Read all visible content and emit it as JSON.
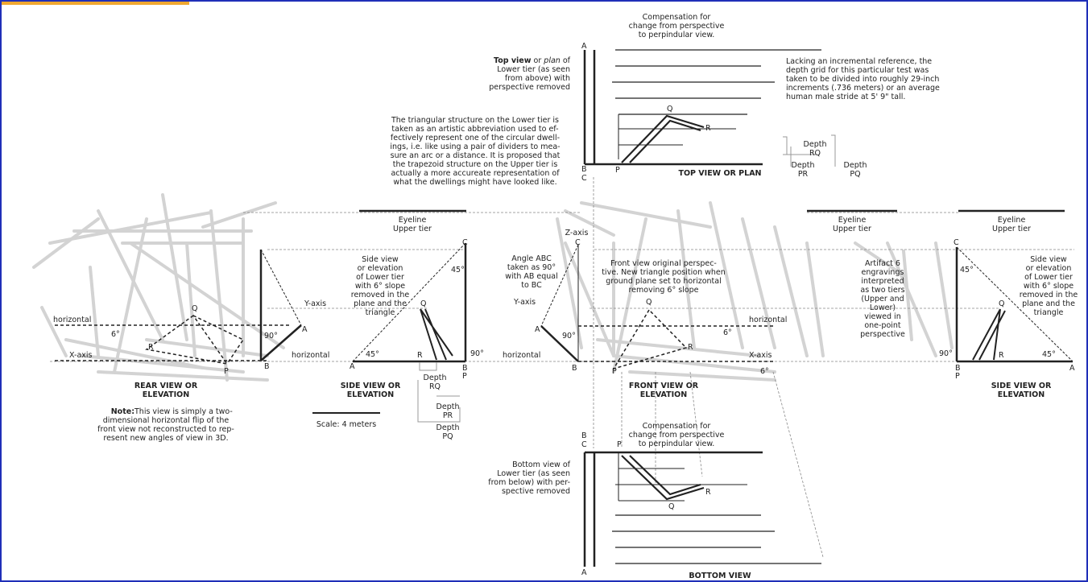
{
  "colors": {
    "frame": "#1f2fb8",
    "accent_tab": "#f0a830",
    "sketch": "#d3d3d3",
    "ink": "#222222"
  },
  "top": {
    "compensation": [
      "Compensation for",
      "change from perspective",
      "to perpindular view."
    ],
    "title": "TOP VIEW OR PLAN",
    "view_label": {
      "bold": "Top view",
      "normal": " or ",
      "italic": "plan",
      "rest": " of",
      "lines": [
        "Lower tier (as seen",
        "from above) with",
        "perspective removed"
      ]
    },
    "lacking": [
      "Lacking an incremental reference, the",
      "depth grid for this particular test was",
      "taken to be divided into roughly 29-inch",
      "increments (.736 meters) or an average",
      "human male stride at 5' 9\" tall."
    ],
    "depth_rq": [
      "Depth",
      "RQ"
    ],
    "depth_pr": [
      "Depth",
      "PR"
    ],
    "depth_pq": [
      "Depth",
      "PQ"
    ]
  },
  "triangular": [
    "The triangular structure on the Lower tier is",
    "taken as an artistic abbreviation used to ef-",
    "fectively represent one of the circular dwell-",
    "ings, i.e. like using a pair of dividers to mea-",
    "sure an arc or a distance. It is proposed that",
    "the trapezoid structure on the Upper tier is",
    "actually a more accureate representation of",
    "what the dwellings might have looked like."
  ],
  "eyeline": [
    "Eyeline",
    "Upper tier"
  ],
  "rear": {
    "title": [
      "REAR VIEW OR",
      "ELEVATION"
    ],
    "note_bold": "Note:",
    "note": [
      " This view is simply a two-",
      "dimensional horizontal flip of the",
      "front view not reconstructed to rep-",
      "resent new angles of view in 3D."
    ]
  },
  "side_left": {
    "label": [
      "Side view",
      "or elevation",
      "of Lower tier",
      "with 6° slope",
      "removed in the",
      "plane and the",
      "triangle"
    ],
    "title": [
      "SIDE VIEW OR",
      "ELEVATION"
    ]
  },
  "scale": "Scale: 4 meters",
  "angle_abc": [
    "Angle ABC",
    "taken as 90°",
    "with AB equal",
    "to BC"
  ],
  "front": {
    "label": [
      "Front view original perspec-",
      "tive. New triangle position when",
      "ground plane set to horizontal",
      "removing 6° slope"
    ],
    "title": [
      "FRONT VIEW OR",
      "ELEVATION"
    ]
  },
  "artifact": [
    "Artifact 6",
    "engravings",
    "interpreted",
    "as two tiers",
    "(Upper and",
    "Lower)",
    "viewed in",
    "one-point",
    "perspective"
  ],
  "side_right": {
    "label": [
      "Side view",
      "or elevation",
      "of Lower tier",
      "with 6° slope",
      "removed in the",
      "plane and the",
      "triangle"
    ],
    "title": [
      "SIDE VIEW OR",
      "ELEVATION"
    ]
  },
  "bottom": {
    "compensation": [
      "Compensation for",
      "change from perspective",
      "to perpindular view."
    ],
    "view_label": [
      "Bottom view of",
      "Lower tier (as seen",
      "from below) with per-",
      "spective removed"
    ],
    "title": "BOTTOM VIEW"
  },
  "labels": {
    "horizontal": "horizontal",
    "x_axis": "X-axis",
    "y_axis": "Y-axis",
    "z_axis": "Z-axis",
    "deg90": "90°",
    "deg45": "45°",
    "deg6": "6°"
  }
}
